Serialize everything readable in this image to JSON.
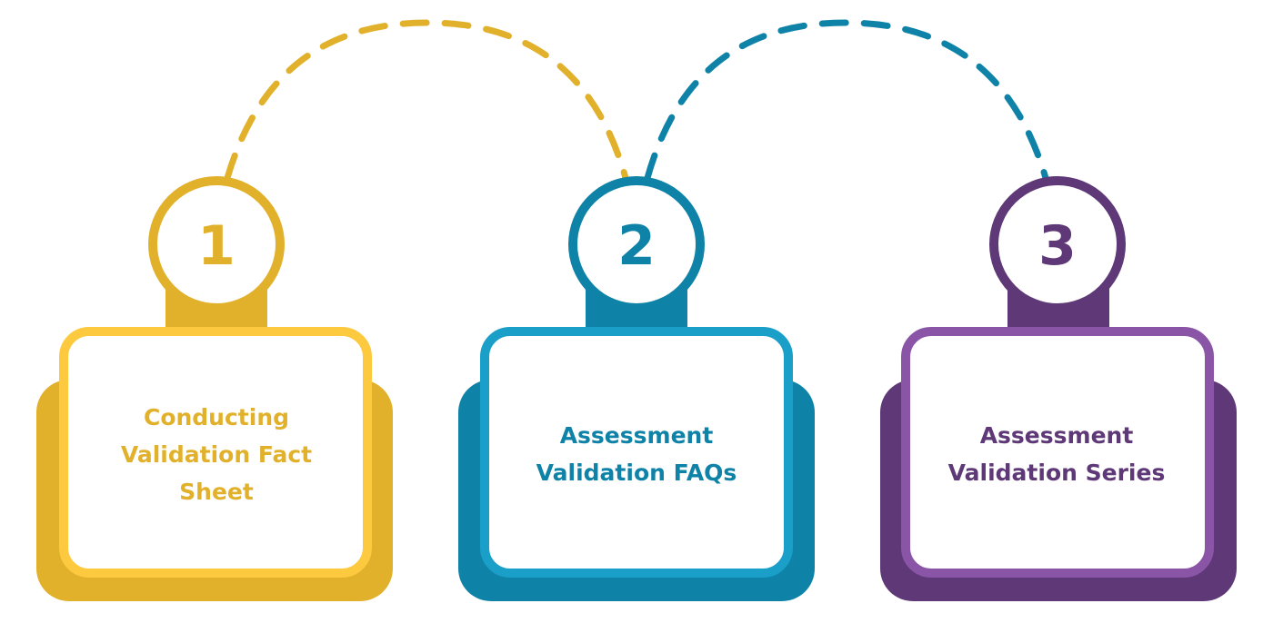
{
  "colors": {
    "gold": "#E2B12B",
    "gold_light": "#FDC93E",
    "teal": "#0F83A7",
    "teal_light": "#1A9FC9",
    "purple": "#5E3877",
    "purple_light": "#8A55A6",
    "white": "#FFFFFF"
  },
  "steps": [
    {
      "number": "1",
      "label": "Conducting Validation Fact Sheet",
      "color": "#E2B12B",
      "border_color": "#FDC93E"
    },
    {
      "number": "2",
      "label": "Assessment Validation FAQs",
      "color": "#0F83A7",
      "border_color": "#1A9FC9"
    },
    {
      "number": "3",
      "label": "Assessment Validation Series",
      "color": "#5E3877",
      "border_color": "#8A55A6"
    }
  ],
  "connectors": [
    {
      "from_step": "1",
      "to_step": "2",
      "style": "dashed",
      "color": "#E2B12B"
    },
    {
      "from_step": "2",
      "to_step": "3",
      "style": "dashed",
      "color": "#0F83A7"
    }
  ]
}
